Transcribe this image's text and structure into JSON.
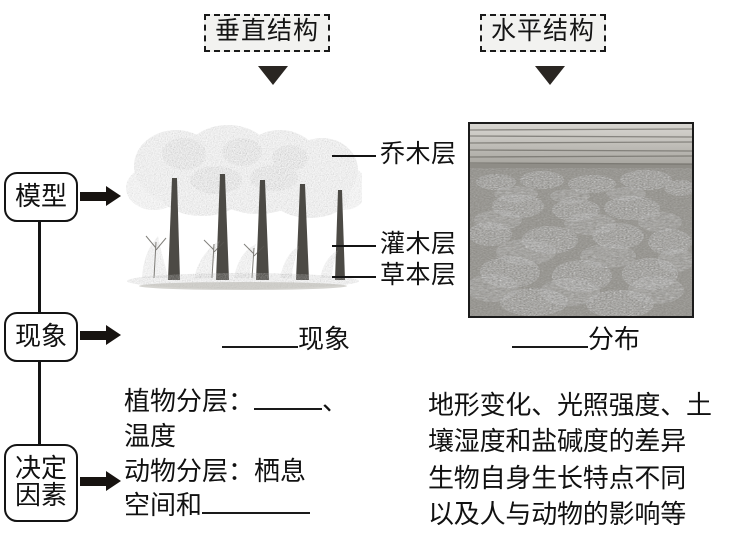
{
  "headers": {
    "vertical_tag": "垂直结构",
    "horizontal_tag": "水平结构"
  },
  "stages": [
    {
      "id": "model",
      "label": "模型"
    },
    {
      "id": "phenomenon",
      "label": "现象"
    },
    {
      "id": "factor",
      "label_line1": "决定",
      "label_line2": "因素"
    }
  ],
  "forest_callouts": [
    {
      "id": "tree",
      "label": "乔木层"
    },
    {
      "id": "shrub",
      "label": "灌木层"
    },
    {
      "id": "herb",
      "label": "草本层"
    }
  ],
  "captions": {
    "vertical_blank": "",
    "vertical_suffix": "现象",
    "horizontal_blank": "",
    "horizontal_suffix": "分布"
  },
  "factors_left": {
    "plant_prefix": "植物分层：",
    "plant_blank": "",
    "plant_after_blank": "、",
    "plant_line2": "温度",
    "animal_prefix": "动物分层：栖息",
    "animal_line2_prefix": "空间和",
    "animal_blank": ""
  },
  "factors_right": {
    "line1": "地形变化、光照强度、土",
    "line2": "壤湿度和盐碱度的差异",
    "line3": "生物自身生长特点不同",
    "line4": "以及人与动物的影响等"
  },
  "colors": {
    "ink": "#141414",
    "tag_fill": "#f2f2f0",
    "arrow": "#171310"
  }
}
